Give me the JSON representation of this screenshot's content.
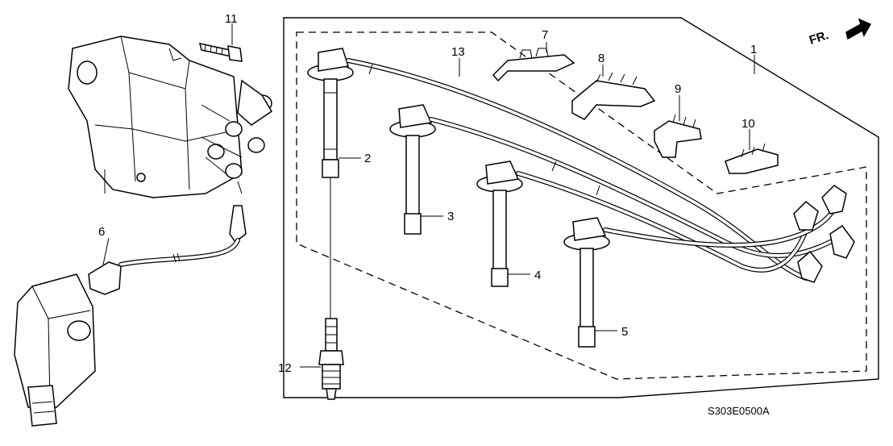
{
  "diagram": {
    "direction_label": "FR.",
    "drawing_code": "S303E0500A",
    "callouts": [
      {
        "id": "1",
        "text": "1"
      },
      {
        "id": "2",
        "text": "2"
      },
      {
        "id": "3",
        "text": "3"
      },
      {
        "id": "4",
        "text": "4"
      },
      {
        "id": "5",
        "text": "5"
      },
      {
        "id": "6",
        "text": "6"
      },
      {
        "id": "7",
        "text": "7"
      },
      {
        "id": "8",
        "text": "8"
      },
      {
        "id": "9",
        "text": "9"
      },
      {
        "id": "10",
        "text": "10"
      },
      {
        "id": "11",
        "text": "11"
      },
      {
        "id": "12",
        "text": "12"
      },
      {
        "id": "13",
        "text": "13"
      }
    ]
  }
}
